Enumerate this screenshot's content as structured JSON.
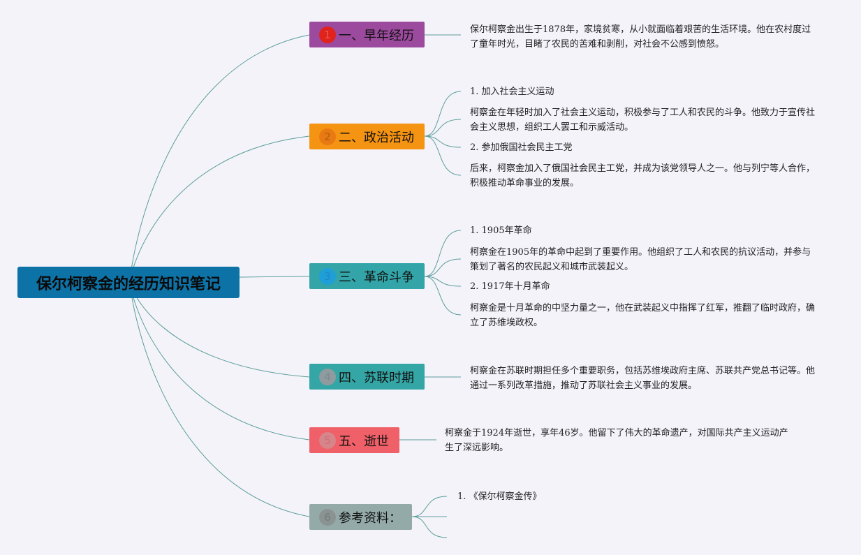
{
  "root": {
    "title": "保尔柯察金的经历知识笔记"
  },
  "colors": {
    "root_bg": "#0d73a7",
    "link": "#5b9e9a",
    "branch1": "#9c4a9e",
    "branch2": "#f59312",
    "branch3": "#33a5a8",
    "branch4": "#35a6a6",
    "branch5": "#ef6068",
    "branch6": "#94aaa9"
  },
  "branches": [
    {
      "num": "1",
      "label": "一、早年经历",
      "leaves": [
        {
          "text": "保尔柯察金出生于1878年，家境贫寒，从小就面临着艰苦的生活环境。他在农村度过了童年时光，目睹了农民的苦难和剥削，对社会不公感到愤怒。"
        }
      ]
    },
    {
      "num": "2",
      "label": "二、政治活动",
      "leaves": [
        {
          "text": "1. 加入社会主义运动"
        },
        {
          "text": "柯察金在年轻时加入了社会主义运动，积极参与了工人和农民的斗争。他致力于宣传社会主义思想，组织工人罢工和示威活动。"
        },
        {
          "text": "2. 参加俄国社会民主工党"
        },
        {
          "text": "后来，柯察金加入了俄国社会民主工党，并成为该党领导人之一。他与列宁等人合作，积极推动革命事业的发展。"
        }
      ]
    },
    {
      "num": "3",
      "label": "三、革命斗争",
      "leaves": [
        {
          "text": "1. 1905年革命"
        },
        {
          "text": "柯察金在1905年的革命中起到了重要作用。他组织了工人和农民的抗议活动，并参与策划了著名的农民起义和城市武装起义。"
        },
        {
          "text": "2. 1917年十月革命"
        },
        {
          "text": "柯察金是十月革命的中坚力量之一，他在武装起义中指挥了红军，推翻了临时政府，确立了苏维埃政权。"
        }
      ]
    },
    {
      "num": "4",
      "label": "四、苏联时期",
      "leaves": [
        {
          "text": "柯察金在苏联时期担任多个重要职务，包括苏维埃政府主席、苏联共产党总书记等。他通过一系列改革措施，推动了苏联社会主义事业的发展。"
        }
      ]
    },
    {
      "num": "5",
      "label": "五、逝世",
      "leaves": [
        {
          "text": "柯察金于1924年逝世，享年46岁。他留下了伟大的革命遗产，对国际共产主义运动产生了深远影响。"
        }
      ]
    },
    {
      "num": "6",
      "label": "参考资料：",
      "leaves": [
        {
          "text": "1. 《保尔柯察金传》"
        }
      ]
    }
  ]
}
